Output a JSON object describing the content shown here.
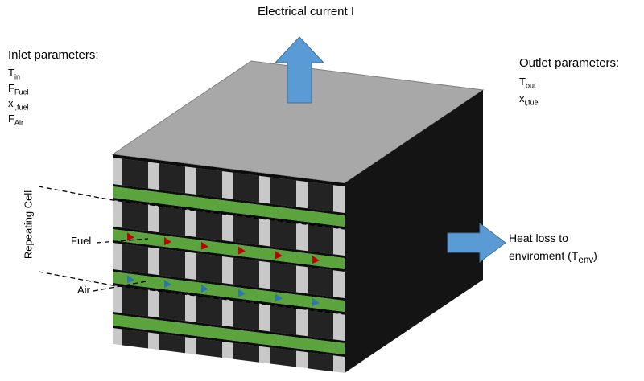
{
  "labels": {
    "electrical_current": "Electrical current I",
    "repeating_cell": "Repeating Cell",
    "fuel": "Fuel",
    "air": "Air",
    "heat_loss_line1": "Heat loss to",
    "heat_loss_pre": "enviroment (T",
    "heat_loss_sub": "env",
    "heat_loss_post": ")"
  },
  "inlet": {
    "heading": "Inlet parameters:",
    "params": [
      {
        "base": "T",
        "sub": "in"
      },
      {
        "base": "F",
        "sub": "Fuel"
      },
      {
        "base": "x",
        "sub": "i,fuel"
      },
      {
        "base": "F",
        "sub": "Air"
      }
    ]
  },
  "outlet": {
    "heading": "Outlet parameters:",
    "params": [
      {
        "base": "T",
        "sub": "out"
      },
      {
        "base": "x",
        "sub": "i,fuel"
      }
    ]
  },
  "colors": {
    "arrow_blue": "#5b9bd5",
    "top_gray": "#a8a8a8",
    "pillar_gray": "#c8c8c8",
    "side_black": "#141414",
    "channel_dark": "#232323",
    "separator_black": "#0c0c0c",
    "layer_green": "#5ba33c",
    "fuel_flow_red": "#c00000",
    "air_flow_blue": "#2e74b5"
  }
}
